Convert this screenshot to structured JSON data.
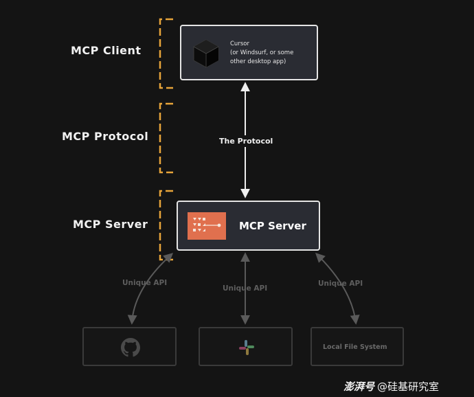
{
  "layers": {
    "client": "MCP Client",
    "protocol": "MCP Protocol",
    "server": "MCP Server"
  },
  "client_box": {
    "line1": "Cursor",
    "line2": "(or Windsurf, or some",
    "line3": "other desktop app)",
    "icon": "cursor-logo-icon"
  },
  "protocol_edge": {
    "label": "The Protocol"
  },
  "server_box": {
    "title": "MCP Server",
    "icon": "mcp-server-logo-icon"
  },
  "api_edges": [
    {
      "label": "Unique API"
    },
    {
      "label": "Unique API"
    },
    {
      "label": "Unique API"
    }
  ],
  "services": [
    {
      "icon": "github-icon"
    },
    {
      "icon": "slack-icon"
    },
    {
      "label": "Local File System"
    }
  ],
  "watermark": {
    "brand": "澎湃号",
    "text": "@硅基研究室"
  },
  "colors": {
    "background": "#141414",
    "bracket": "#e8a53a",
    "box_fill": "#2a2c33",
    "box_border": "#e6e6e6",
    "server_icon_bg": "#e0704e",
    "faded": "#5e5e5e"
  }
}
